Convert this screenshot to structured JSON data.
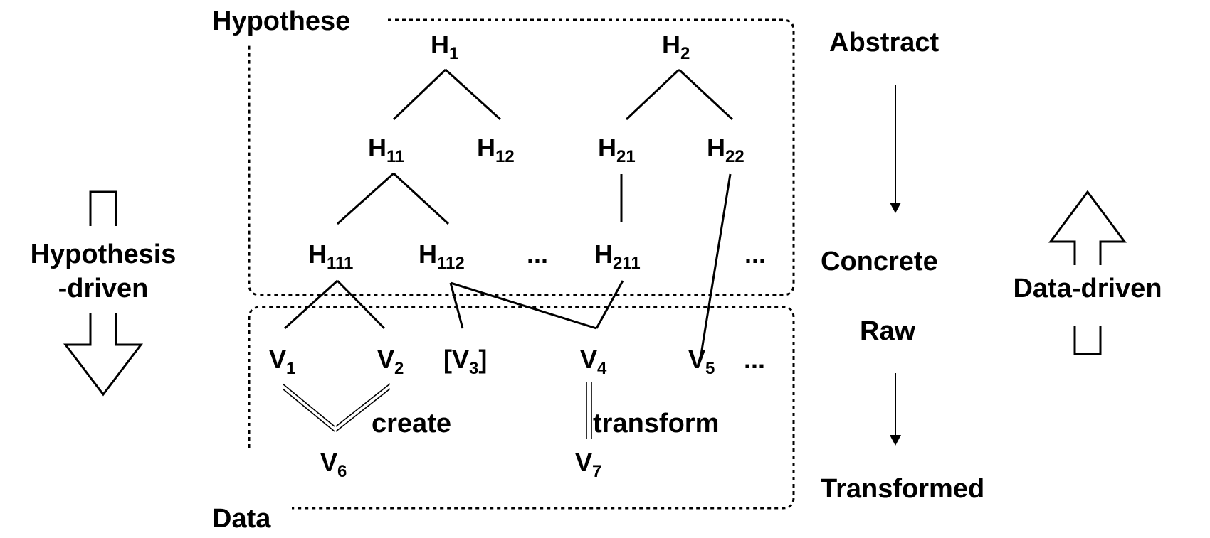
{
  "regions": {
    "hypothesis_label": "Hypothese",
    "data_label": "Data"
  },
  "hypothesis_nodes": {
    "h1": {
      "base": "H",
      "sub": "1"
    },
    "h2": {
      "base": "H",
      "sub": "2"
    },
    "h11": {
      "base": "H",
      "sub": "11"
    },
    "h12": {
      "base": "H",
      "sub": "12"
    },
    "h21": {
      "base": "H",
      "sub": "21"
    },
    "h22": {
      "base": "H",
      "sub": "22"
    },
    "h111": {
      "base": "H",
      "sub": "111"
    },
    "h112": {
      "base": "H",
      "sub": "112"
    },
    "h211": {
      "base": "H",
      "sub": "211"
    },
    "ellipsis_mid": "...",
    "ellipsis_right": "..."
  },
  "variable_nodes": {
    "v1": {
      "base": "V",
      "sub": "1"
    },
    "v2": {
      "base": "V",
      "sub": "2"
    },
    "v3": {
      "open": "[V",
      "sub": "3",
      "close": "]"
    },
    "v4": {
      "base": "V",
      "sub": "4"
    },
    "v5": {
      "base": "V",
      "sub": "5"
    },
    "ellipsis": "...",
    "v6": {
      "base": "V",
      "sub": "6"
    },
    "v7": {
      "base": "V",
      "sub": "7"
    }
  },
  "operations": {
    "create": "create",
    "transform": "transform"
  },
  "scale_labels": {
    "abstract": "Abstract",
    "concrete": "Concrete",
    "raw": "Raw",
    "transformed": "Transformed"
  },
  "directions": {
    "hypothesis_driven_line1": "Hypothesis",
    "hypothesis_driven_line2": "-driven",
    "data_driven": "Data-driven"
  }
}
